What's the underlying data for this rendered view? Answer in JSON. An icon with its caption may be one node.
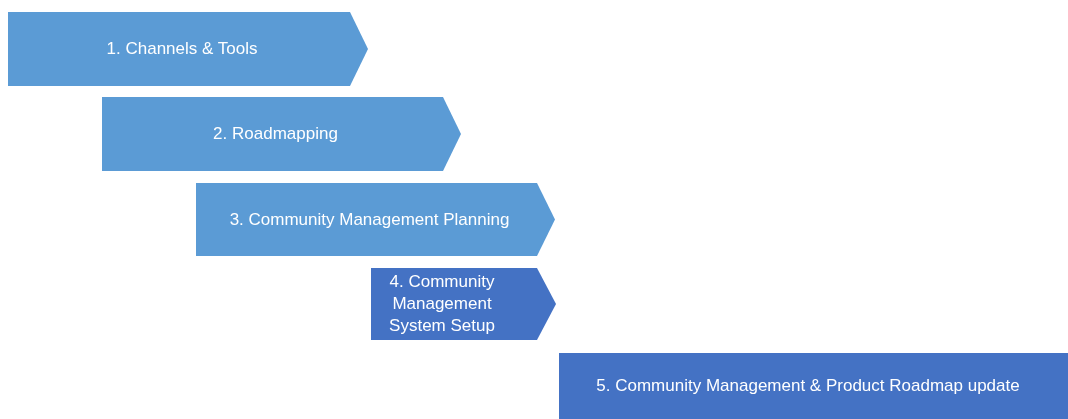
{
  "diagram": {
    "nodes": [
      {
        "text": [
          "1. Channels & Tools"
        ]
      },
      {
        "text": [
          "2. Roadmapping"
        ]
      },
      {
        "text": [
          "3. Community Management Planning"
        ]
      },
      {
        "text": [
          "4. Community Management System Setup"
        ]
      },
      {
        "text": [
          "5. Community Management & Product Roadmap update"
        ]
      }
    ]
  }
}
